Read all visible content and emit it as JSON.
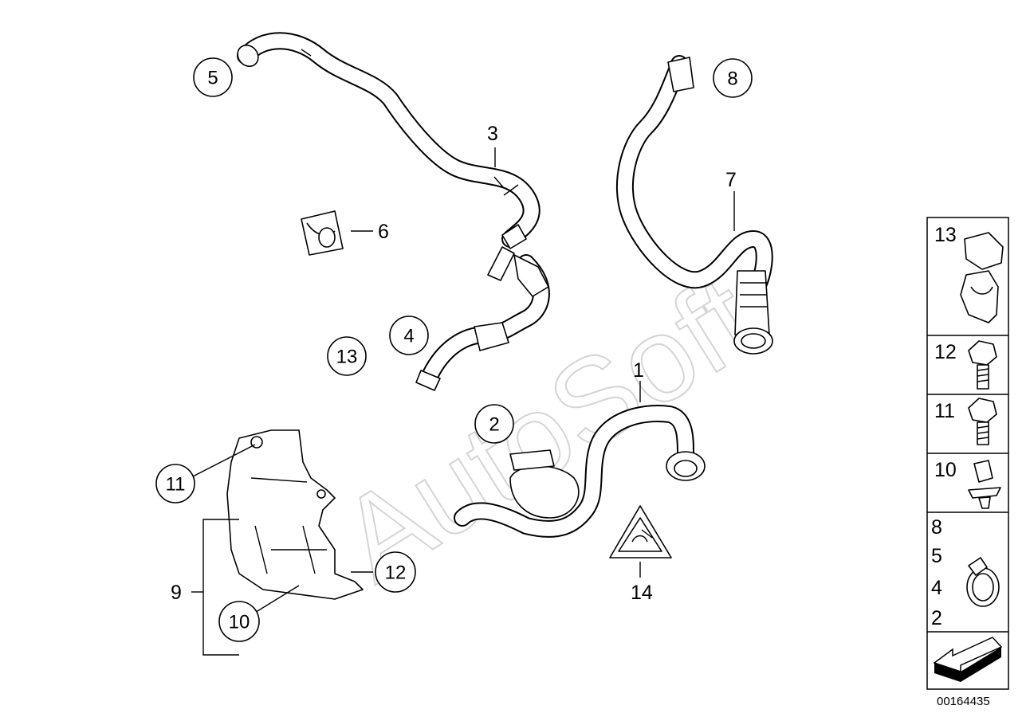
{
  "watermark": "AutoSoft",
  "diagram_code": "00164435",
  "callouts": {
    "c1": "1",
    "c2": "2",
    "c3": "3",
    "c4": "4",
    "c5": "5",
    "c6": "6",
    "c7": "7",
    "c8": "8",
    "c9": "9",
    "c10": "10",
    "c11": "11",
    "c12": "12",
    "c13": "13",
    "c14": "14"
  },
  "side_panel": {
    "box13": "13",
    "box12": "12",
    "box11": "11",
    "box10": "10",
    "clamp_group": [
      "8",
      "5",
      "4",
      "2"
    ]
  }
}
